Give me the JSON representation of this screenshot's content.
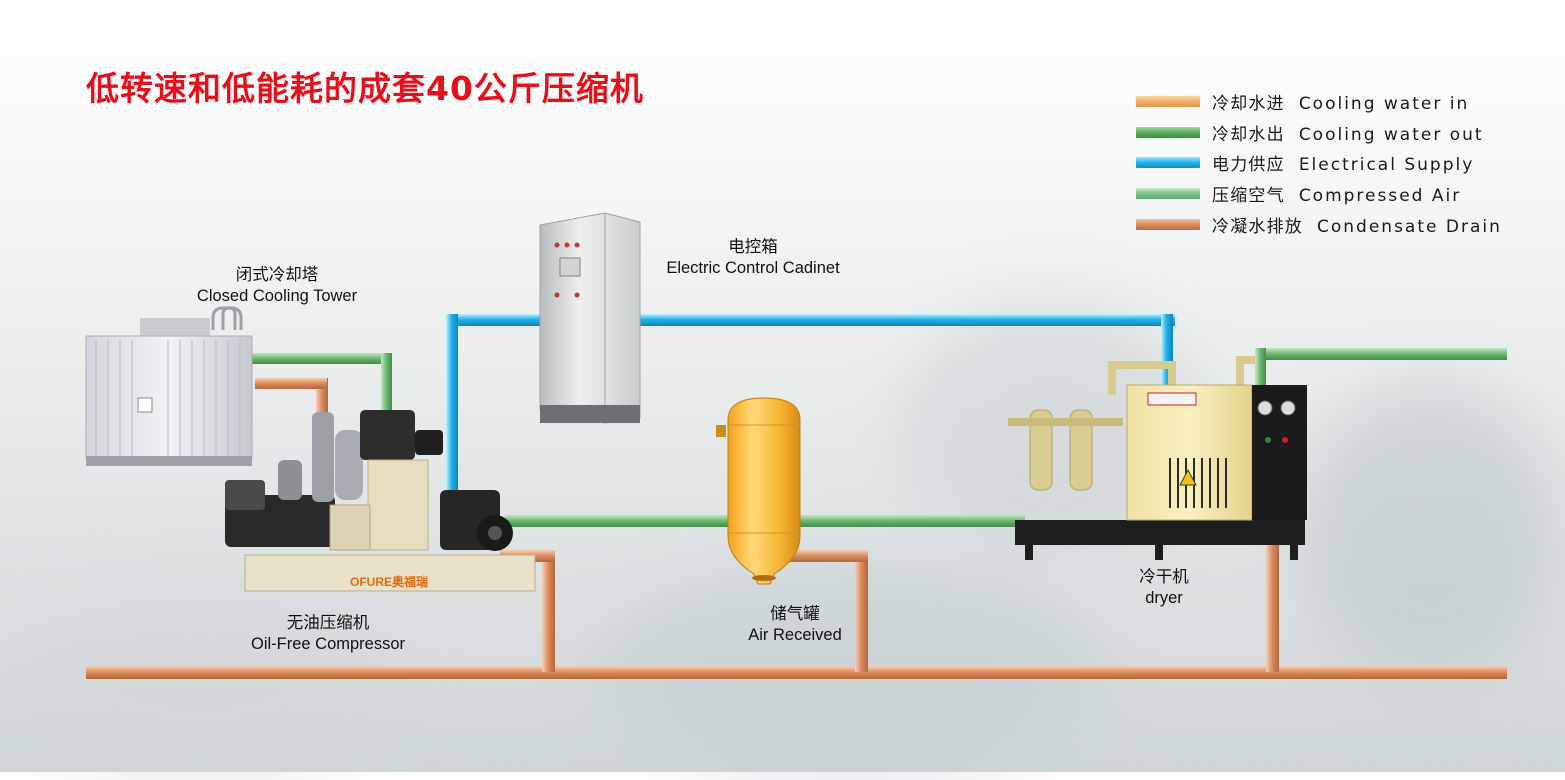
{
  "title": "低转速和低能耗的成套40公斤压缩机",
  "legend": [
    {
      "cn": "冷却水进",
      "en": "Cooling water in",
      "color": "#f0ae64"
    },
    {
      "cn": "冷却水出",
      "en": "Cooling water out",
      "color": "#5cab5c"
    },
    {
      "cn": "电力供应",
      "en": "Electrical Supply",
      "color": "#22b2ea"
    },
    {
      "cn": "压缩空气",
      "en": "Compressed  Air",
      "color": "#7ec18a"
    },
    {
      "cn": "冷凝水排放",
      "en": "Condensate Drain",
      "color": "#d98a5e"
    }
  ],
  "components": {
    "cooling_tower": {
      "cn": "闭式冷却塔",
      "en": "Closed Cooling Tower"
    },
    "control_cabinet": {
      "cn": "电控箱",
      "en": "Electric Control Cadinet"
    },
    "compressor": {
      "cn": "无油压缩机",
      "en": "Oil-Free Compressor",
      "brand": "OFURE奥福瑞"
    },
    "air_tank": {
      "cn": "储气罐",
      "en": "Air Received"
    },
    "dryer": {
      "cn": "冷干机",
      "en": "dryer"
    }
  }
}
